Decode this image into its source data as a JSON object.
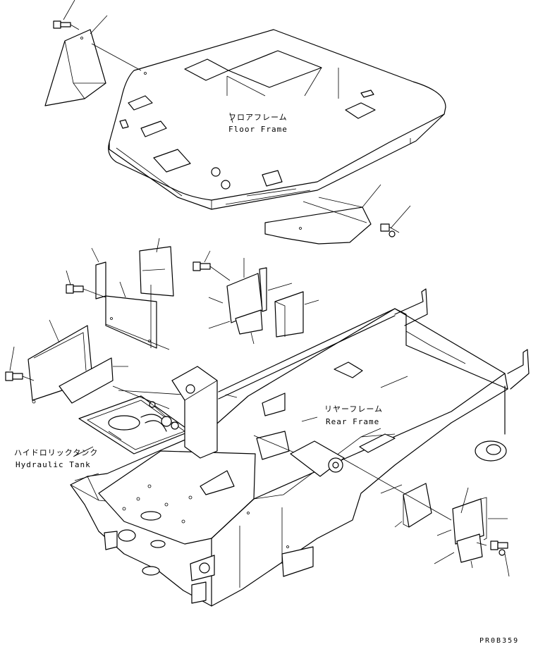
{
  "labels": {
    "floor_frame_jp": "フロアフレーム",
    "floor_frame_en": "Floor Frame",
    "rear_frame_jp": "リヤーフレーム",
    "rear_frame_en": "Rear Frame",
    "hydraulic_tank_jp": "ハイドロリックタンク",
    "hydraulic_tank_en": "Hydraulic Tank"
  },
  "drawing_code": "PR0B359"
}
